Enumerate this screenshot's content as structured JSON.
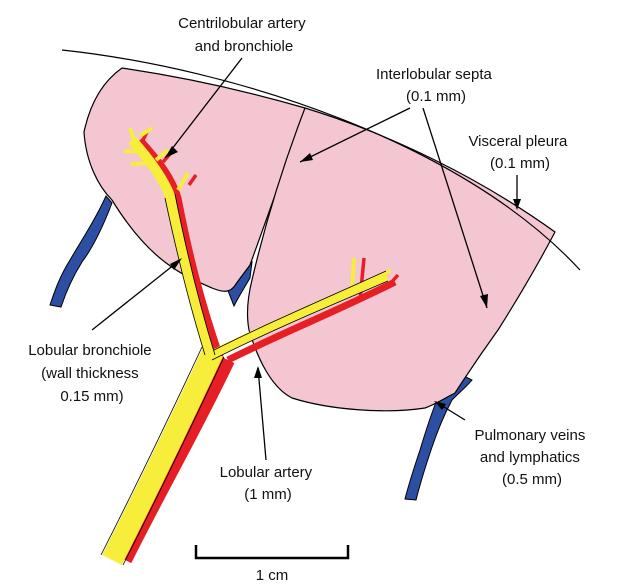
{
  "labels": {
    "centrilobular": [
      "Centrilobular artery",
      "and bronchiole"
    ],
    "interlobular": [
      "Interlobular septa",
      "(0.1 mm)"
    ],
    "visceral": [
      "Visceral pleura",
      "(0.1 mm)"
    ],
    "bronchiole": [
      "Lobular bronchiole",
      "(wall thickness",
      "0.15 mm)"
    ],
    "artery": [
      "Lobular artery",
      "(1 mm)"
    ],
    "veins": [
      "Pulmonary veins",
      "and lymphatics",
      "(0.5 mm)"
    ],
    "scale": "1 cm"
  },
  "colors": {
    "lobule_fill": "#f3c6d1",
    "bronchiole": "#f6ee3a",
    "artery": "#e61e25",
    "veins": "#2c4fa3",
    "outline": "#000000"
  }
}
